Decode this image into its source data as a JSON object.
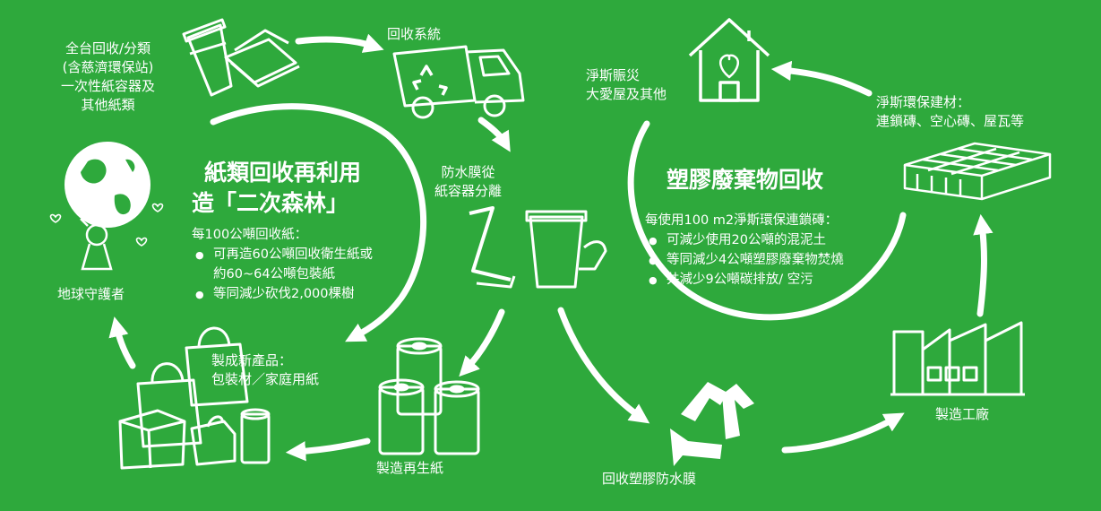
{
  "colors": {
    "background": "#2ea93c",
    "foreground": "#ffffff"
  },
  "paper_cycle": {
    "title_line1": "紙類回收再利用",
    "title_line2": "造「二次森林」",
    "intro": "每100公噸回收紙：",
    "bullets": [
      "可再造60公噸回收衛生紙或",
      "約60~64公噸包裝紙",
      "等同減少砍伐2,000棵樹"
    ]
  },
  "plastic_cycle": {
    "title": "塑膠廢棄物回收",
    "intro": "每使用100 m2淨斯環保連鎖磚：",
    "bullets": [
      "可減少使用20公噸的混泥土",
      "等同減少4公噸塑膠廢棄物焚燒",
      "共減少9公噸碳排放/ 空污"
    ]
  },
  "nodes": {
    "collection": [
      "全台回收/分類",
      "(含慈濟環保站)",
      "一次性紙容器及",
      "其他紙類"
    ],
    "recycling_system": "回收系統",
    "separation": [
      "防水膜從",
      "紙容器分離"
    ],
    "recycled_paper": "製造再生紙",
    "new_products": [
      "製成新產品：",
      "包裝材／家庭用紙"
    ],
    "earth_guardian": "地球守護者",
    "plastic_film": "回收塑膠防水膜",
    "factory": "製造工廠",
    "building_materials": [
      "淨斯環保建材：",
      "連鎖磚、空心磚、屋瓦等"
    ],
    "disaster_relief": [
      "淨斯賑災",
      "大愛屋及其他"
    ]
  },
  "icons": [
    "paper-cup-box-icon",
    "recycling-truck-icon",
    "separated-cup-icon",
    "paper-roll-icon",
    "shopping-bag-box-icon",
    "globe-girl-icon",
    "recycle-symbol-icon",
    "factory-icon",
    "brick-pallet-icon",
    "house-heart-icon"
  ]
}
